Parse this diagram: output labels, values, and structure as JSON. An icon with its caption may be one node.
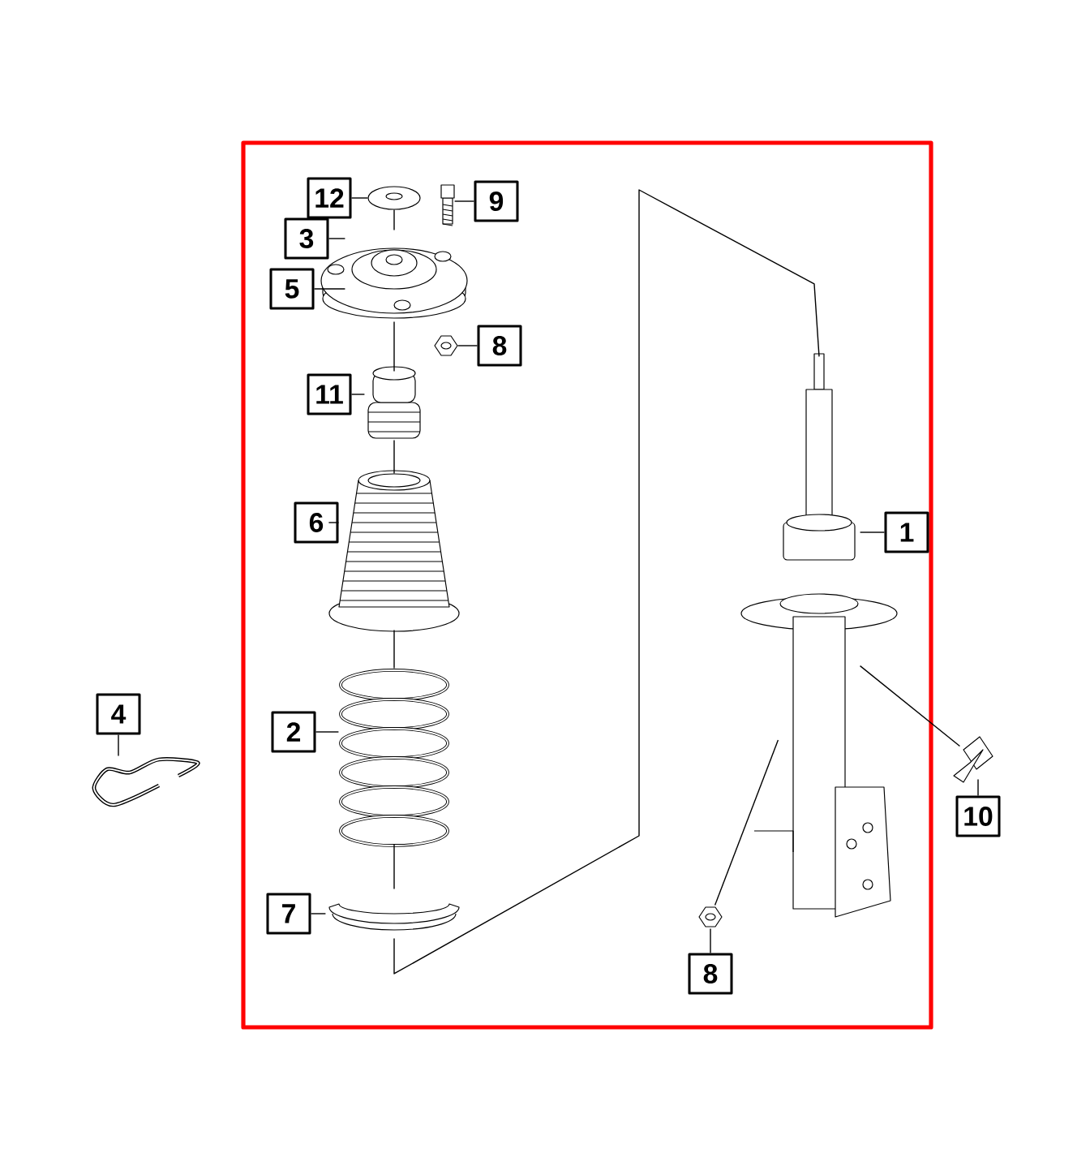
{
  "diagram": {
    "nodes": [
      {
        "text": [
          "12"
        ]
      },
      {
        "text": [
          "9"
        ]
      },
      {
        "text": [
          "3"
        ]
      },
      {
        "text": [
          "5"
        ]
      },
      {
        "text": [
          "8"
        ]
      },
      {
        "text": [
          "11"
        ]
      },
      {
        "text": [
          "6"
        ]
      },
      {
        "text": [
          "2"
        ]
      },
      {
        "text": [
          "7"
        ]
      },
      {
        "text": [
          "4"
        ]
      },
      {
        "text": [
          "1"
        ]
      },
      {
        "text": [
          "10"
        ]
      },
      {
        "text": [
          "8"
        ]
      },
      {
        "text": [],
        "shape": "picture"
      },
      {
        "text": [],
        "shape": "picture"
      },
      {
        "text": [],
        "shape": "picture"
      },
      {
        "text": [],
        "shape": "picture"
      },
      {
        "text": [],
        "shape": "picture"
      },
      {
        "text": [],
        "shape": "picture"
      },
      {
        "text": [],
        "shape": "picture"
      },
      {
        "text": [],
        "shape": "picture"
      },
      {
        "text": [],
        "shape": "picture"
      },
      {
        "text": [],
        "shape": "picture"
      },
      {
        "text": [],
        "shape": "picture"
      },
      {
        "text": [],
        "shape": "picture"
      }
    ],
    "edges": [
      {
        "from": 0,
        "to": 13,
        "arrow": "none"
      },
      {
        "from": 1,
        "to": 14,
        "arrow": "none"
      },
      {
        "from": 2,
        "to": 15,
        "arrow": "none"
      },
      {
        "from": 3,
        "to": 15,
        "arrow": "none"
      },
      {
        "from": 4,
        "to": 16,
        "arrow": "none"
      },
      {
        "from": 5,
        "to": 17,
        "arrow": "none"
      },
      {
        "from": 6,
        "to": 18,
        "arrow": "none"
      },
      {
        "from": 7,
        "to": 19,
        "arrow": "none"
      },
      {
        "from": 8,
        "to": 20,
        "arrow": "none"
      },
      {
        "from": 9,
        "to": 21,
        "arrow": "none"
      },
      {
        "from": 10,
        "to": 22,
        "arrow": "none"
      },
      {
        "from": 11,
        "to": 23,
        "arrow": "none"
      },
      {
        "from": 12,
        "to": 24,
        "arrow": "none"
      },
      {
        "from": 13,
        "to": 15,
        "arrow": "none"
      },
      {
        "from": 15,
        "to": 17,
        "arrow": "none"
      },
      {
        "from": 17,
        "to": 18,
        "arrow": "none"
      },
      {
        "from": 18,
        "to": 19,
        "arrow": "none"
      },
      {
        "from": 19,
        "to": 20,
        "arrow": "none"
      },
      {
        "from": 20,
        "to": 22,
        "arrow": "none"
      },
      {
        "from": 23,
        "to": 22,
        "arrow": "none"
      },
      {
        "from": 22,
        "to": 24,
        "arrow": "none"
      }
    ]
  }
}
